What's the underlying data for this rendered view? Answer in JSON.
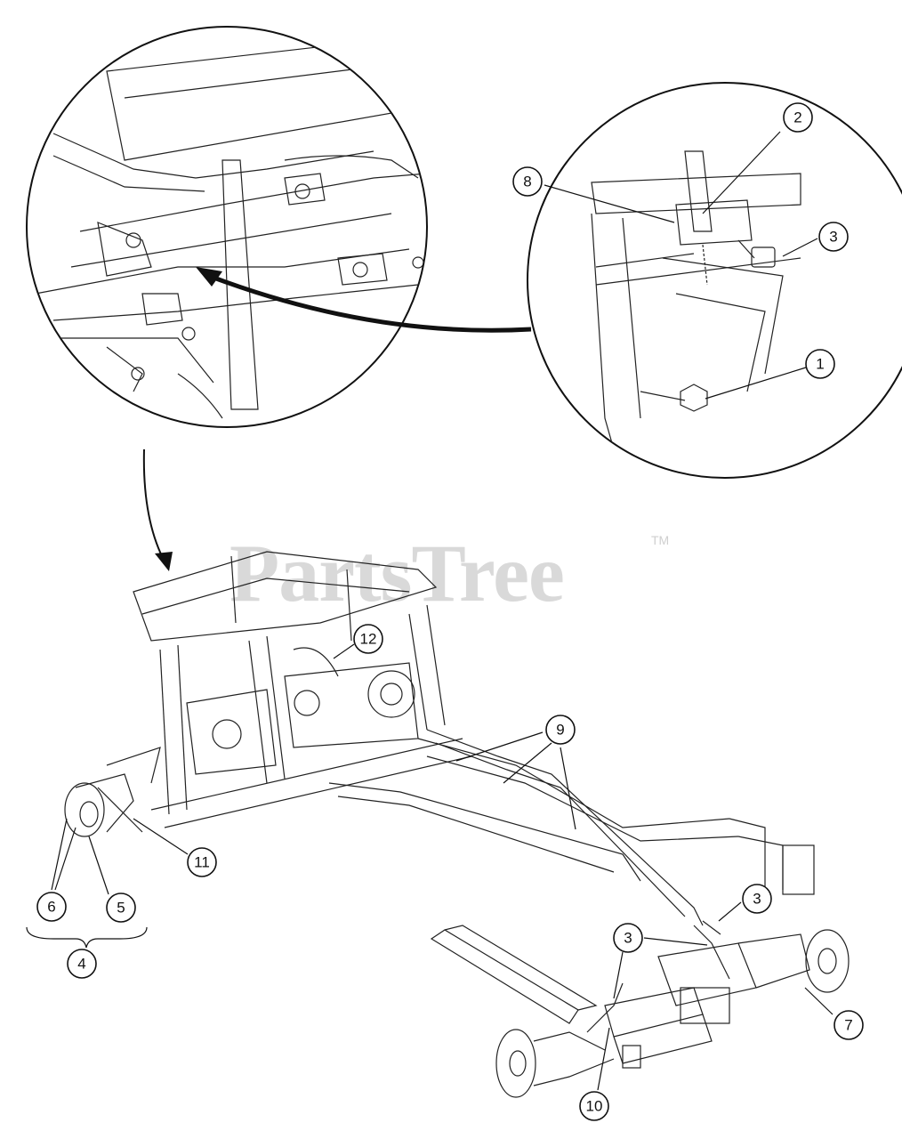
{
  "watermark": {
    "text": "PartsTree",
    "trademark": "TM"
  },
  "callouts": [
    {
      "id": "c1",
      "label": "1"
    },
    {
      "id": "c2",
      "label": "2"
    },
    {
      "id": "c3a",
      "label": "3"
    },
    {
      "id": "c3b",
      "label": "3"
    },
    {
      "id": "c3c",
      "label": "3"
    },
    {
      "id": "c4",
      "label": "4"
    },
    {
      "id": "c5",
      "label": "5"
    },
    {
      "id": "c6",
      "label": "6"
    },
    {
      "id": "c7",
      "label": "7"
    },
    {
      "id": "c8",
      "label": "8"
    },
    {
      "id": "c9",
      "label": "9"
    },
    {
      "id": "c10",
      "label": "10"
    },
    {
      "id": "c11",
      "label": "11"
    },
    {
      "id": "c12",
      "label": "12"
    }
  ]
}
